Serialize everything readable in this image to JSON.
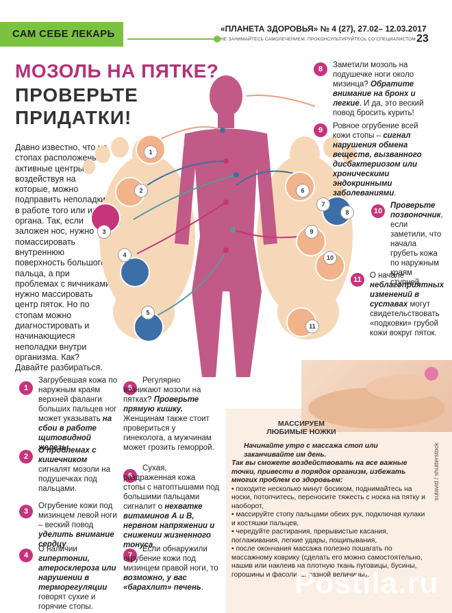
{
  "header": {
    "section": "САМ СЕБЕ ЛЕКАРЬ",
    "publication": "«ПЛАНЕТА ЗДОРОВЬЯ» № 4 (27), 27.02– 12.03.2017",
    "disclaimer": "НЕ ЗАНИМАЙТЕСЬ САМОЛЕЧЕНИЕМ. ПРОКОНСУЛЬТИРУЙТЕСЬ СО СПЕЦИАЛИСТОМ",
    "page": "23"
  },
  "title": {
    "line1": "МОЗОЛЬ НА ПЯТКЕ?",
    "line2": "ПРОВЕРЬТЕ",
    "line3": "ПРИДАТКИ!"
  },
  "intro": "Давно известно, что на стопах расположены активные центры, воздействуя на которые, можно подправить неполадки в работе того или иного органа. Так, если заложен нос, нужно помассировать внутреннюю поверхность большого пальца, а при проблемах с яичниками нужно массировать центр пяток. Но по стопам можно диагностировать и начинающиеся неполадки внутри организма. Как? Давайте разбираться.",
  "items": [
    {
      "n": "1",
      "pre": "Загрубевшая кожа по наружным краям верхней фаланги больших пальцев ног может указывать ",
      "bold": "на сбои в работе щитовидной железы",
      "post": "."
    },
    {
      "n": "2",
      "pre": "",
      "bold": "О проблемах с кишечником",
      "post": " сигналят мозоли на подушечках под пальцами."
    },
    {
      "n": "3",
      "pre": "Огрубение кожи под мизинцем левой ноги – веский повод ",
      "bold": "уделить внимание сердцу",
      "post": "."
    },
    {
      "n": "4",
      "pre": "О наличии ",
      "bold": "гипертонии, атеросклероза или нарушении в терморегуляции",
      "post": " говорят сухие и горячие стопы."
    },
    {
      "n": "5",
      "pre": "Регулярно возникают мозоли на пятках? ",
      "bold": "Проверьте прямую кишку.",
      "post": " Женщинам также стоит провериться у гинеколога, а мужчинам может грозить геморрой."
    },
    {
      "n": "6",
      "pre": "Сухая, раздраженная кожа стопы с натоптышами под большими пальцами сигналит о ",
      "bold": "нехватке витаминов А и В, нервном напряжении и снижении жизненного тонуса",
      "post": "."
    },
    {
      "n": "7",
      "pre": "Если обнаружили огрубение кожи под мизинцем правой ноги, то ",
      "bold": "возможно, у вас «барахлит» печень",
      "post": "."
    },
    {
      "n": "8",
      "pre": "Заметили мозоль на подушечке ноги около мизинца? ",
      "bold": "Обратите внимание на бронх и легкие",
      "post": ". И да, это веский повод бросить курить!"
    },
    {
      "n": "9",
      "pre": "Ровное огрубение всей кожи стопы – ",
      "bold": "сигнал нарушения обмена веществ, вызванного дисбактериозом или хроническими эндокринными заболеваниями",
      "post": "."
    },
    {
      "n": "10",
      "pre": "",
      "bold": "Проверьте позвоночник",
      "post": ", если заметили, что начала грубеть кожа по наружным краям ступней."
    },
    {
      "n": "11",
      "pre": "О начале ",
      "bold": "неблагоприятных изменений в суставах",
      "post": " могут свидетельствовать «подковки» грубой кожи вокруг пяток."
    }
  ],
  "massage": {
    "title": "МАССИРУЕМ ЛЮБИМЫЕ НОЖКИ",
    "lead1": "Начинайте утро с массажа стоп или заканчивайте им день.",
    "lead2": "Так вы сможете воздействовать на все важные точки, привести в порядок организм, избежать многих проблем со здоровьем:",
    "bullets": [
      "• походите несколько минут босиком, поднимайтесь на носки, потопчитесь, переносите тяжесть с носка на пятку и наоборот,",
      "• массируйте стопу пальцами обеих рук, подключая кулаки и костяшки пальцев,",
      "• чередуйте растирания, прерывистые касания, поглаживания, легкие удары, пощипывания,",
      "• после окончания массажа полезно пошагать по массажному коврику (сделать его можно самостоятельно, нашив или наклеив на плотную ткань пуговицы, бусины, горошины и фасолины разной величины)."
    ]
  },
  "credit": "sutavid / shutterstock",
  "watermark": "Postila.ru",
  "colors": {
    "accent": "#c7347b",
    "green": "#7cc242",
    "body": "#c15a86",
    "foot": "#f6d8b8"
  }
}
